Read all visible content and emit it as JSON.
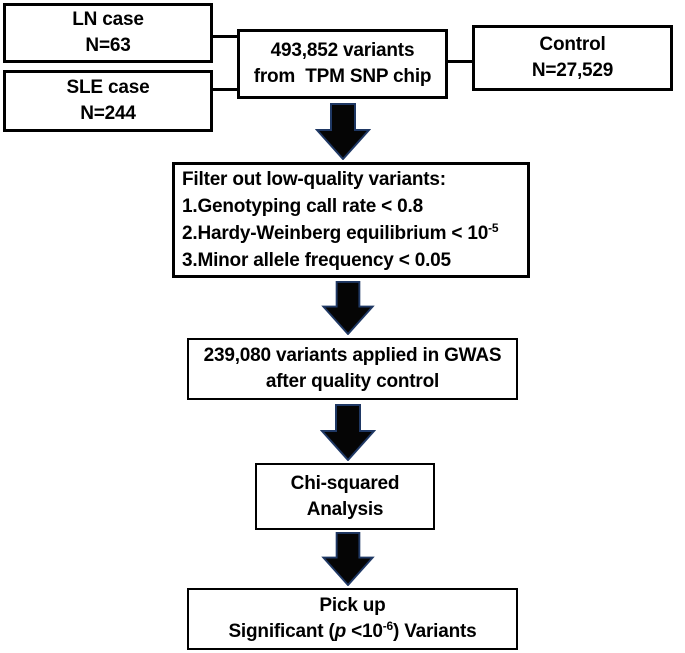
{
  "diagram": {
    "colors": {
      "background": "#ffffff",
      "box_fill": "#ffffff",
      "box_border": "#000000",
      "arrow_fill": "#050505",
      "arrow_outline": "#1f3864",
      "text": "#000000"
    },
    "nodes": {
      "ln_case": {
        "line1": "LN case",
        "line2": "N=63"
      },
      "sle_case": {
        "line1": "SLE case",
        "line2": "N=244"
      },
      "variants": {
        "line1": "493,852 variants",
        "line2": "from  TPM SNP chip"
      },
      "control": {
        "line1": "Control",
        "line2": "N=27,529"
      },
      "filter": {
        "title": "Filter out low-quality variants:",
        "item1": "1.Genotyping call rate < 0.8",
        "item2_text": "2.Hardy-Weinberg equilibrium < 10",
        "item2_sup": "-5",
        "item3": "3.Minor allele frequency < 0.05"
      },
      "gwas": {
        "line1": "239,080 variants applied in GWAS",
        "line2": "after quality control"
      },
      "chi": {
        "line1": "Chi-squared",
        "line2": "Analysis"
      },
      "pickup": {
        "line1": "Pick up",
        "line2_prefix": "Significant (",
        "line2_italic": "p",
        "line2_mid": " <10",
        "line2_sup": "-6",
        "line2_suffix": ") Variants"
      }
    }
  }
}
